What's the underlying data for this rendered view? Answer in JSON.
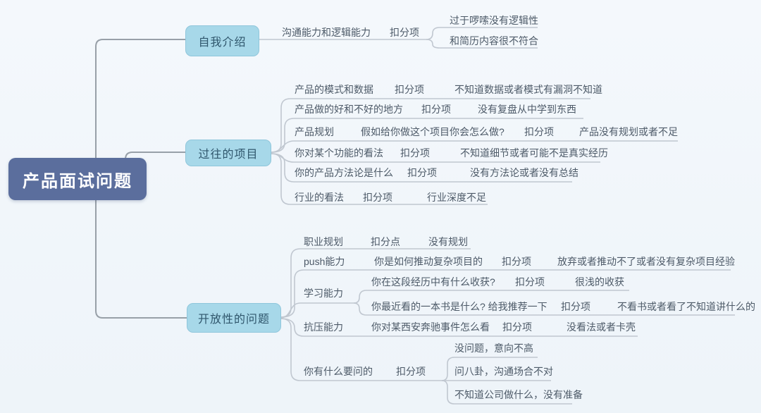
{
  "root": {
    "label": "产品面试问题"
  },
  "branches": {
    "intro": {
      "label": "自我介绍",
      "skill": "沟通能力和逻辑能力",
      "tag": "扣分项",
      "issues": [
        "过于啰嗦没有逻辑性",
        "和简历内容很不符合"
      ]
    },
    "projects": {
      "label": "过往的项目",
      "rows": [
        {
          "topic": "产品的模式和数据",
          "tag": "扣分项",
          "issue": "不知道数据或者模式有漏洞不知道"
        },
        {
          "topic": "产品做的好和不好的地方",
          "tag": "扣分项",
          "issue": "没有复盘从中学到东西"
        },
        {
          "topic": "产品规划",
          "question": "假如给你做这个项目你会怎么做?",
          "tag": "扣分项",
          "issue": "产品没有规划或者不足"
        },
        {
          "topic": "你对某个功能的看法",
          "tag": "扣分项",
          "issue": "不知道细节或者可能不是真实经历"
        },
        {
          "topic": "你的产品方法论是什么",
          "tag": "扣分项",
          "issue": "没有方法论或者没有总结"
        },
        {
          "topic": "行业的看法",
          "tag": "扣分项",
          "issue": "行业深度不足"
        }
      ]
    },
    "open": {
      "label": "开放性的问题",
      "rows": [
        {
          "topic": "职业规划",
          "tag": "扣分点",
          "issue": "没有规划"
        },
        {
          "topic": "push能力",
          "question": "你是如何推动复杂项目的",
          "tag": "扣分项",
          "issue": "放弃或者推动不了或者没有复杂项目经验"
        },
        {
          "topic": "学习能力",
          "children": [
            {
              "question": "你在这段经历中有什么收获?",
              "tag": "扣分项",
              "issue": "很浅的收获"
            },
            {
              "question": "你最近看的一本书是什么? 给我推荐一下",
              "tag": "扣分项",
              "issue": "不看书或者看了不知道讲什么的"
            }
          ]
        },
        {
          "topic": "抗压能力",
          "question": "你对某西安奔驰事件怎么看",
          "tag": "扣分项",
          "issue": "没看法或者卡壳"
        },
        {
          "topic": "你有什么要问的",
          "tag": "扣分项",
          "issues": [
            "没问题，意向不高",
            "问八卦，沟通场合不对",
            "不知道公司做什么，没有准备"
          ]
        }
      ]
    }
  },
  "palette": {
    "background": "#f0f5fa",
    "root_bg": "#5b6e9d",
    "root_text": "#ffffff",
    "branch_bg": "#a7d8e9",
    "branch_text": "#2f566c",
    "trunk_line": "#98a0a8",
    "branch_line": "#c0c7d0",
    "label_text": "#4d5a68"
  }
}
